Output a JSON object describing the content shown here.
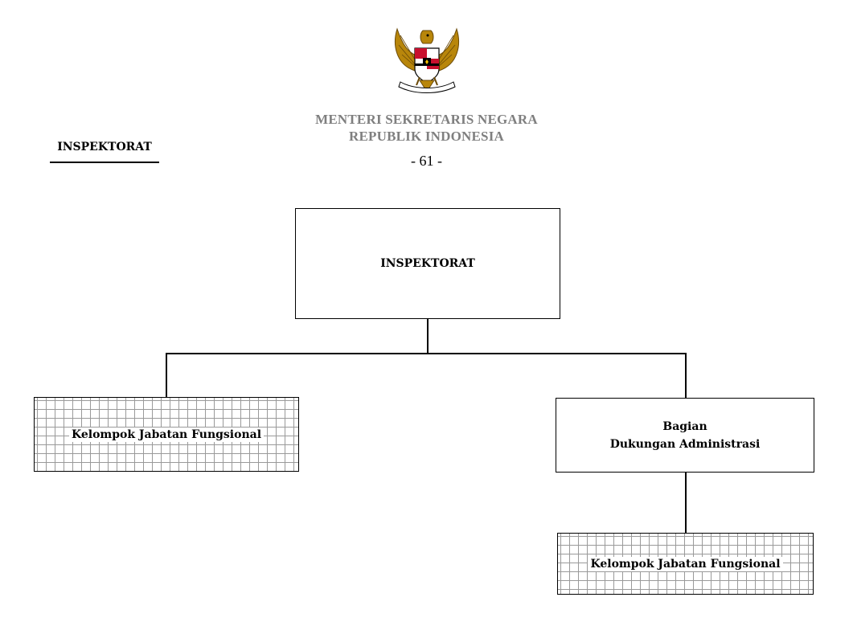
{
  "header": {
    "emblem_icon": "garuda-pancasila-emblem-icon",
    "ministry_line1": "MENTERI SEKRETARIS NEGARA",
    "ministry_line2": "REPUBLIK  INDONESIA",
    "page_number": "- 61 -"
  },
  "side_heading": "INSPEKTORAT",
  "org_chart": {
    "top_unit": "INSPEKTORAT",
    "left_unit": "Kelompok  Jabatan Fungsional",
    "right_unit_line1": "Bagian",
    "right_unit_line2": "Dukungan Administrasi",
    "right_sub_unit": "Kelompok  Jabatan Fungsional"
  },
  "colors": {
    "ministry_text": "#7f7f7f",
    "grid_lines": "#9a9a9a",
    "emblem_gold": "#b8860b",
    "emblem_red": "#c8102e"
  }
}
